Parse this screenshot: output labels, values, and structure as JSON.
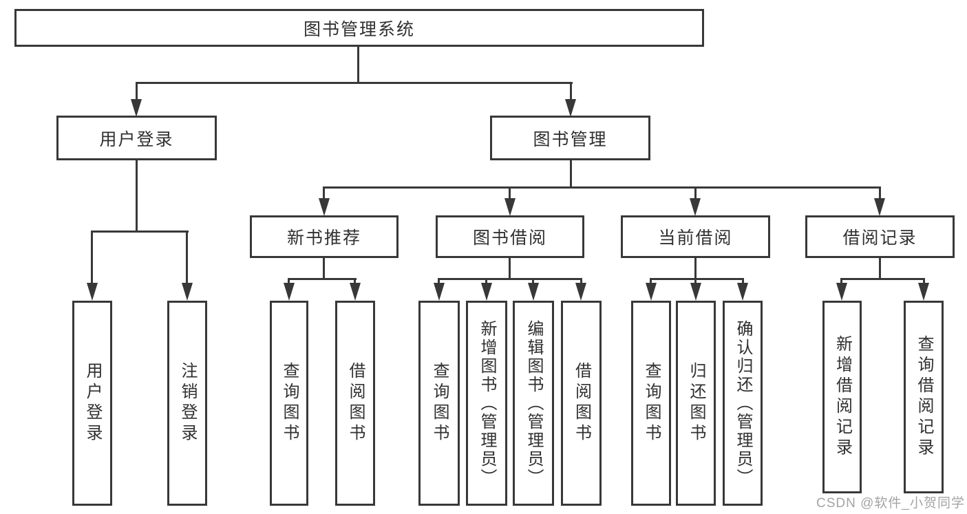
{
  "nodes": {
    "root": "图书管理系统",
    "user_login": "用户登录",
    "book_mgmt": "图书管理",
    "new_book_rec": "新书推荐",
    "book_borrow": "图书借阅",
    "current_borrow": "当前借阅",
    "borrow_records": "借阅记录",
    "leaf_user_login": "用户登录",
    "leaf_logout": "注销登录",
    "leaf_nb_query_book": "查询图书",
    "leaf_nb_borrow_book": "借阅图书",
    "leaf_bb_query_book": "查询图书",
    "leaf_bb_add_book": "新增图书（管理员）",
    "leaf_bb_edit_book": "编辑图书（管理员）",
    "leaf_bb_borrow_book": "借阅图书",
    "leaf_cb_query_book": "查询图书",
    "leaf_cb_return_book": "归还图书",
    "leaf_cb_confirm_return": "确认归还（管理员）",
    "leaf_br_add_record": "新增借阅记录",
    "leaf_br_query_record": "查询借阅记录"
  },
  "hierarchy": {
    "图书管理系统": {
      "用户登录": [
        "用户登录",
        "注销登录"
      ],
      "图书管理": {
        "新书推荐": [
          "查询图书",
          "借阅图书"
        ],
        "图书借阅": [
          "查询图书",
          "新增图书（管理员）",
          "编辑图书（管理员）",
          "借阅图书"
        ],
        "当前借阅": [
          "查询图书",
          "归还图书",
          "确认归还（管理员）"
        ],
        "借阅记录": [
          "新增借阅记录",
          "查询借阅记录"
        ]
      }
    }
  },
  "watermark": "CSDN @软件_小贺同学",
  "colors": {
    "line": "#383838",
    "text": "#303030",
    "box_background": "#ffffff",
    "page_background": "#ffffff",
    "watermark": "#9e9e9e"
  }
}
